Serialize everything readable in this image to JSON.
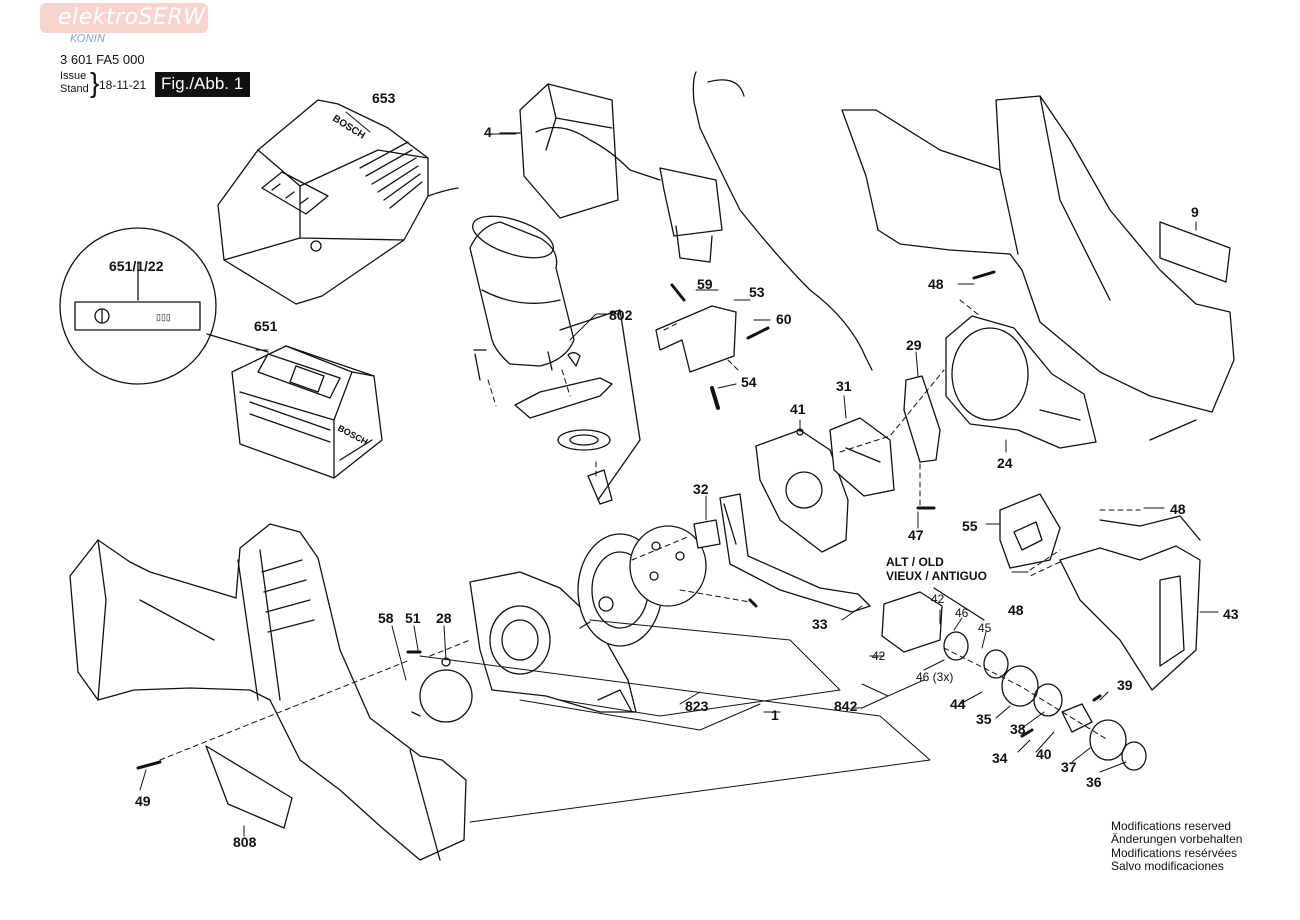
{
  "header": {
    "watermark": "elektroSERW",
    "watermark_sub": "KONIN",
    "part_number": "3 601 FA5 000",
    "issue_label": "Issue",
    "stand_label": "Stand",
    "issue_date": "18-11-21",
    "figure_label": "Fig./Abb. 1"
  },
  "callouts": {
    "c653": "653",
    "c651_1_22": "651/1/22",
    "c651": "651",
    "c4": "4",
    "c802": "802",
    "c59": "59",
    "c53": "53",
    "c60": "60",
    "c54": "54",
    "c9": "9",
    "c48a": "48",
    "c29": "29",
    "c31": "31",
    "c41": "41",
    "c24": "24",
    "c47": "47",
    "c32": "32",
    "c55": "55",
    "c48b": "48",
    "c48c": "48",
    "c43": "43",
    "c33": "33",
    "c42a": "42",
    "c46a": "46",
    "c45": "45",
    "c42b": "42",
    "c46b": "46 (3x)",
    "c842": "842",
    "c44": "44",
    "c39": "39",
    "c35": "35",
    "c38": "38",
    "c34": "34",
    "c40": "40",
    "c37": "37",
    "c36": "36",
    "c58": "58",
    "c51": "51",
    "c28": "28",
    "c823": "823",
    "c1": "1",
    "c49": "49",
    "c808": "808"
  },
  "alt_label": [
    "ALT / OLD",
    "VIEUX / ANTIGUO"
  ],
  "modifications": [
    "Modifications reserved",
    "Änderungen vorbehalten",
    "Modifications resérvées",
    "Salvo modificaciones"
  ],
  "embossed": {
    "charger_brand": "BOSCH",
    "battery_brand": "BOSCH",
    "plate_marks": "▯▯▯"
  }
}
